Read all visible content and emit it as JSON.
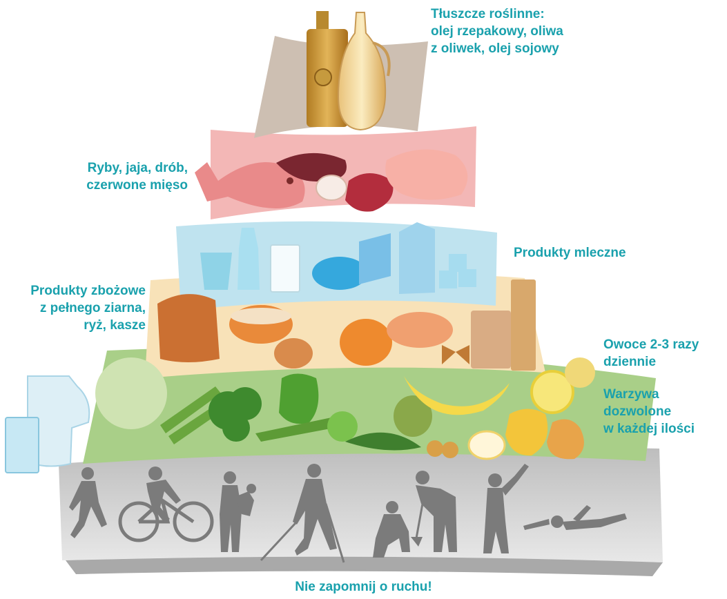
{
  "labels": {
    "fats": [
      "Tłuszcze roślinne:",
      "olej rzepakowy, oliwa",
      "z oliwek, olej sojowy"
    ],
    "protein": [
      "Ryby, jaja, drób,",
      "czerwone mięso"
    ],
    "dairy": [
      "Produkty mleczne"
    ],
    "grains": [
      "Produkty zbożowe",
      "z pełnego ziarna,",
      "ryż, kasze"
    ],
    "fruits": [
      "Owoce 2-3 razy",
      "dziennie"
    ],
    "vegetables": [
      "Warzywa",
      "dozwolone",
      "w każdej ilości"
    ],
    "movement": "Nie zapomnij o ruchu!"
  },
  "colors": {
    "text": "#1aa1ad",
    "fats_band": "#cdbfb2",
    "protein_band": "#f3b7b6",
    "dairy_band": "#bfe3ef",
    "grains_band": "#f8e2b8",
    "veg_band": "#a9cf88",
    "activity_band": "#cfcfcf"
  },
  "icons": {
    "fats": [
      "oil-bottle-icon",
      "oil-jug-icon"
    ],
    "protein": [
      "fish-icon",
      "beans-icon",
      "egg-icon",
      "steak-icon",
      "chicken-icon"
    ],
    "dairy": [
      "yogurt-cup-icon",
      "yogurt-bottle-icon",
      "milk-glass-icon",
      "cheese-wheel-icon",
      "blue-cheese-icon",
      "milk-carton-icon",
      "tofu-cubes-icon"
    ],
    "grains": [
      "bread-loaf-icon",
      "rice-bowl-icon",
      "bun-icon",
      "lentil-pot-icon",
      "grain-bowl-icon",
      "pasta-bag-icon",
      "spaghetti-pack-icon",
      "farfalle-icon"
    ],
    "veg": [
      "cabbage-icon",
      "celery-icon",
      "broccoli-icon",
      "pepper-icon",
      "zucchini-icon",
      "tomato-icon",
      "arugula-icon",
      "potato-icon",
      "banana-icon",
      "strawberry-icon",
      "apple-slice-icon",
      "lemon-icon",
      "apple-icon",
      "pear-icon"
    ],
    "water": [
      "water-jug-icon",
      "water-glass-icon"
    ],
    "activity": [
      "runner-icon",
      "cyclist-icon",
      "child-carrier-icon",
      "nordic-walker-icon",
      "gardener-icon",
      "shoveler-icon",
      "stretcher-icon",
      "swimmer-icon"
    ]
  }
}
